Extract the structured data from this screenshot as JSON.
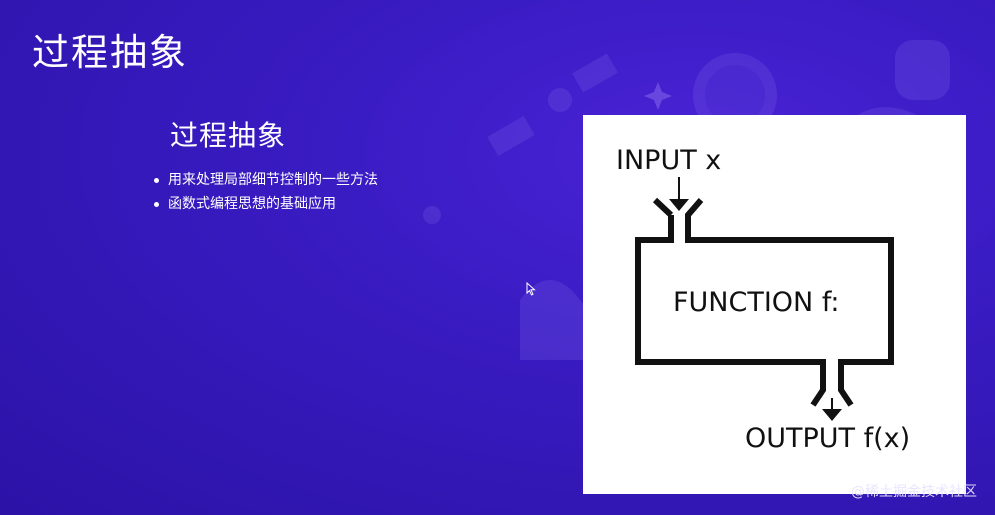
{
  "slide": {
    "title": "过程抽象",
    "subtitle": "过程抽象",
    "bullets": [
      "用来处理局部细节控制的一些方法",
      "函数式编程思想的基础应用"
    ]
  },
  "diagram": {
    "input_label": "INPUT x",
    "function_label": "FUNCTION f:",
    "output_label": "OUTPUT f(x)"
  },
  "watermark": "@稀土掘金技术社区",
  "colors": {
    "background": "#3a1cc4",
    "text": "#ffffff",
    "diagram_bg": "#ffffff",
    "diagram_ink": "#111111"
  }
}
